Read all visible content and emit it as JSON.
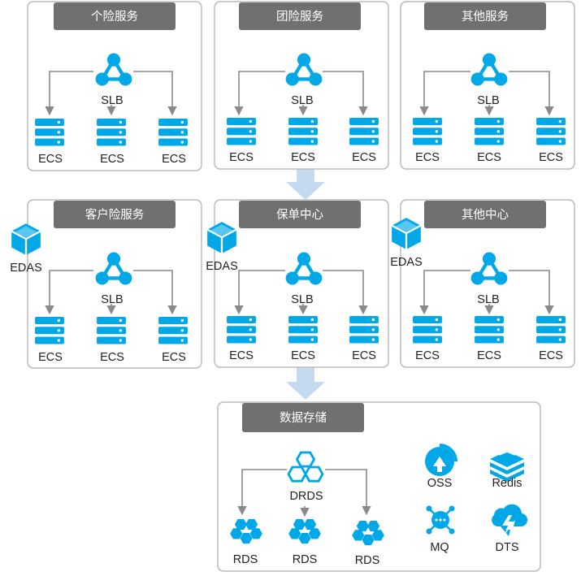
{
  "colors": {
    "icon": "#00A8E8",
    "header_bg": "#707070",
    "panel_border": "#bbbbbb",
    "connector": "#8a8a8a",
    "flow_arrow": "#c3daf0"
  },
  "service_row": [
    {
      "title": "个险服务",
      "lb": "SLB",
      "nodes": [
        "ECS",
        "ECS",
        "ECS"
      ]
    },
    {
      "title": "团险服务",
      "lb": "SLB",
      "nodes": [
        "ECS",
        "ECS",
        "ECS"
      ]
    },
    {
      "title": "其他服务",
      "lb": "SLB",
      "nodes": [
        "ECS",
        "ECS",
        "ECS"
      ]
    }
  ],
  "center_row": [
    {
      "title": "客户险服务",
      "platform": "EDAS",
      "lb": "SLB",
      "nodes": [
        "ECS",
        "ECS",
        "ECS"
      ]
    },
    {
      "title": "保单中心",
      "platform": "EDAS",
      "lb": "SLB",
      "nodes": [
        "ECS",
        "ECS",
        "ECS"
      ]
    },
    {
      "title": "其他中心",
      "platform": "EDAS",
      "lb": "SLB",
      "nodes": [
        "ECS",
        "ECS",
        "ECS"
      ]
    }
  ],
  "storage": {
    "title": "数据存储",
    "router": "DRDS",
    "databases": [
      "RDS",
      "RDS",
      "RDS"
    ],
    "services": [
      {
        "label": "OSS",
        "icon": "oss-icon"
      },
      {
        "label": "Redis",
        "icon": "redis-icon"
      },
      {
        "label": "MQ",
        "icon": "mq-icon"
      },
      {
        "label": "DTS",
        "icon": "dts-icon"
      }
    ]
  }
}
